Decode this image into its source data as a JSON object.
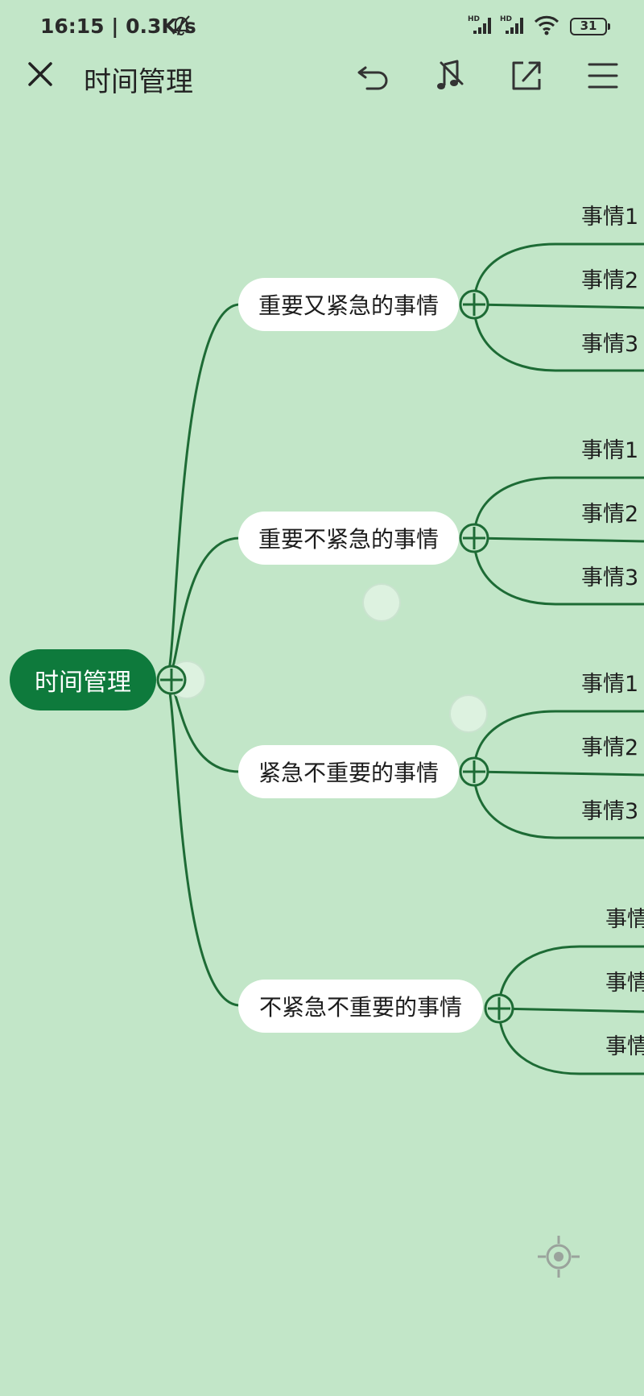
{
  "status": {
    "time": "16:15",
    "speed": "0.3K/s",
    "battery": "31",
    "mute_icon": "bell-off-icon",
    "signal_icons": [
      "hd-signal-icon",
      "hd-signal-icon",
      "wifi-icon"
    ]
  },
  "toolbar": {
    "title": "时间管理",
    "close_icon": "close-icon",
    "undo_icon": "undo-icon",
    "style_icon": "music-note-icon",
    "share_icon": "share-icon",
    "menu_icon": "menu-icon"
  },
  "mindmap": {
    "root": "时间管理",
    "topics": [
      {
        "label": "重要又紧急的事情",
        "children": [
          "事情1",
          "事情2",
          "事情3"
        ]
      },
      {
        "label": "重要不紧急的事情",
        "children": [
          "事情1",
          "事情2",
          "事情3"
        ]
      },
      {
        "label": "紧急不重要的事情",
        "children": [
          "事情1",
          "事情2",
          "事情3"
        ]
      },
      {
        "label": "不紧急不重要的事情",
        "children": [
          "事情",
          "事情",
          "事情"
        ]
      }
    ]
  },
  "colors": {
    "background": "#c2e6c8",
    "accent": "#0e7a3c",
    "line": "#1d6b35"
  }
}
